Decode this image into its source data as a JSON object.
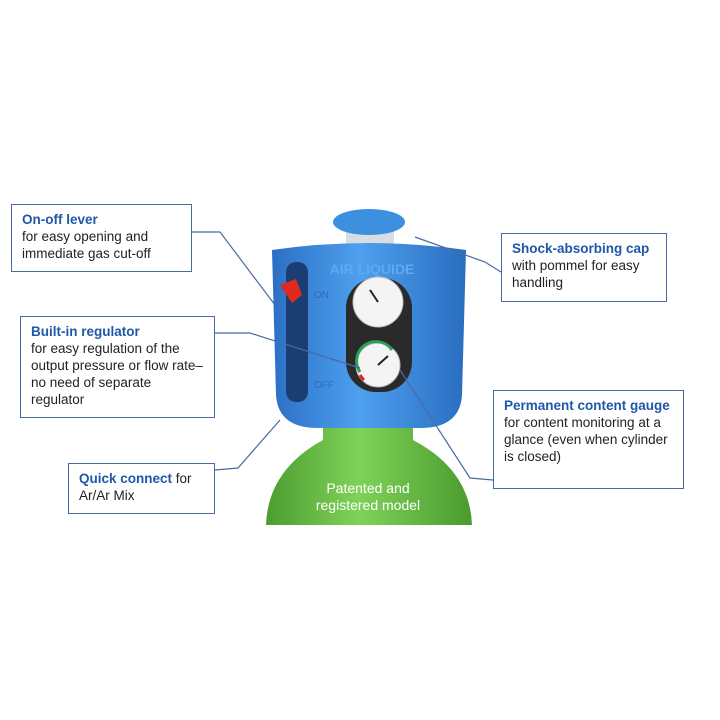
{
  "callouts": {
    "on_off": {
      "title": "On-off lever",
      "text": "for easy opening and immediate gas cut-off"
    },
    "regulator": {
      "title": "Built-in regulator",
      "text": "for easy regulation of the output pressure or flow rate– no need of separate regulator"
    },
    "quick_connect": {
      "title": "Quick connect",
      "text": " for Ar/Ar Mix"
    },
    "cap": {
      "title": "Shock-absorbing cap",
      "text": "with pommel for easy handling"
    },
    "gauge": {
      "title": "Permanent content gauge",
      "text": "for content monitoring at a glance (even when cylinder is closed)"
    }
  },
  "product": {
    "brand": "AIR LIQUIDE",
    "on_label": "ON",
    "off_label": "OFF",
    "overlay_text": "Patented and registered model"
  },
  "colors": {
    "accent": "#1f58a8",
    "cap_blue": "#3d8fe0",
    "cylinder_green": "#6cc04a"
  }
}
